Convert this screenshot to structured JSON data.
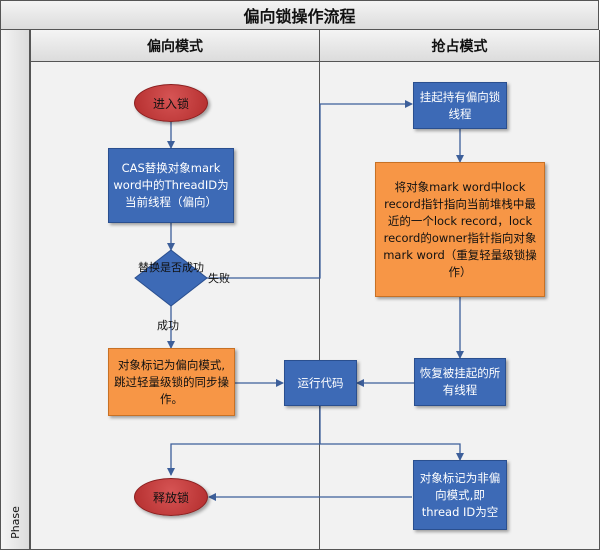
{
  "title": "偏向锁操作流程",
  "phase_label": "Phase",
  "lanes": {
    "left": "偏向模式",
    "right": "抢占模式"
  },
  "nodes": {
    "enter_lock": "进入锁",
    "cas_replace": "CAS替换对象mark word中的ThreadID为当前线程（偏向）",
    "replace_success_question": "替换是否成功",
    "mark_biased": "对象标记为偏向模式,跳过轻量级锁的同步操作。",
    "run_code": "运行代码",
    "release_lock": "释放锁",
    "suspend_holder": "挂起持有偏向锁线程",
    "copy_mark_word": "将对象mark word中lock record指针指向当前堆栈中最近的一个lock record，lock record的owner指针指向对象mark word（重复轻量级锁操作）",
    "resume_threads": "恢复被挂起的所有线程",
    "mark_not_biased": "对象标记为非偏向模式,即thread ID为空"
  },
  "edge_labels": {
    "fail": "失败",
    "success": "成功"
  },
  "colors": {
    "process_blue": "#3d6ab6",
    "process_orange": "#f79646",
    "terminal_red": "#c03a3a",
    "connector": "#3d5f9a"
  }
}
